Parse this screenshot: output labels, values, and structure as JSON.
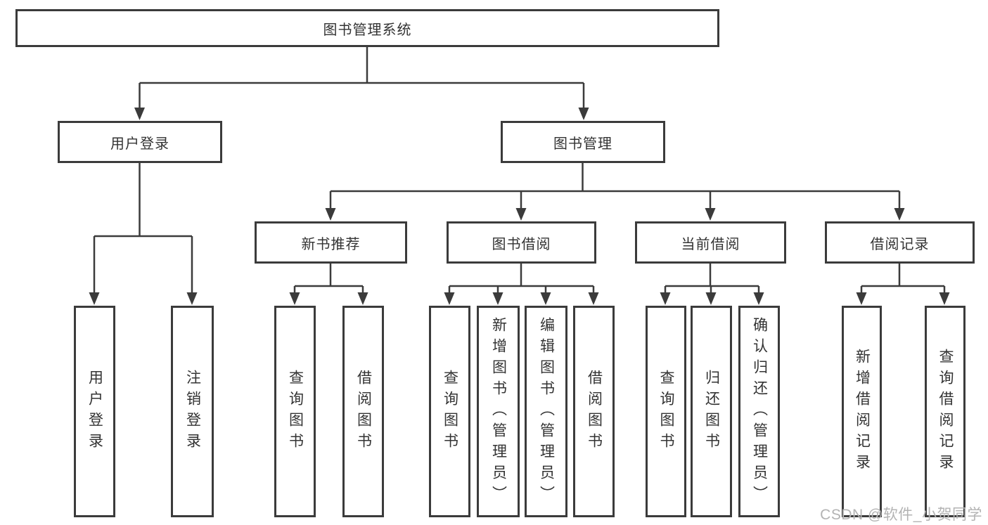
{
  "diagram_title": "图书管理系统",
  "nodes": {
    "root": "图书管理系统",
    "user_login": "用户登录",
    "book_mgmt": "图书管理",
    "new_book_rec": "新书推荐",
    "book_borrow": "图书借阅",
    "current_borrow": "当前借阅",
    "borrow_records": "借阅记录",
    "login": "用户登录",
    "logout": "注销登录",
    "nb_query": "查询图书",
    "nb_borrow": "借阅图书",
    "bb_query": "查询图书",
    "bb_add": "新增图书（管理员）",
    "bb_edit": "编辑图书（管理员）",
    "bb_borrow": "借阅图书",
    "cb_query": "查询图书",
    "cb_return": "归还图书",
    "cb_confirm": "确认归还（管理员）",
    "br_add": "新增借阅记录",
    "br_query": "查询借阅记录"
  },
  "hierarchy": {
    "图书管理系统": {
      "用户登录": [
        "用户登录",
        "注销登录"
      ],
      "图书管理": {
        "新书推荐": [
          "查询图书",
          "借阅图书"
        ],
        "图书借阅": [
          "查询图书",
          "新增图书（管理员）",
          "编辑图书（管理员）",
          "借阅图书"
        ],
        "当前借阅": [
          "查询图书",
          "归还图书",
          "确认归还（管理员）"
        ],
        "借阅记录": [
          "新增借阅记录",
          "查询借阅记录"
        ]
      }
    }
  },
  "watermark": "CSDN @软件_小贺同学",
  "colors": {
    "line": "#3b3b3b",
    "text": "#333333",
    "watermark": "#b3b3b3",
    "background": "#ffffff"
  }
}
